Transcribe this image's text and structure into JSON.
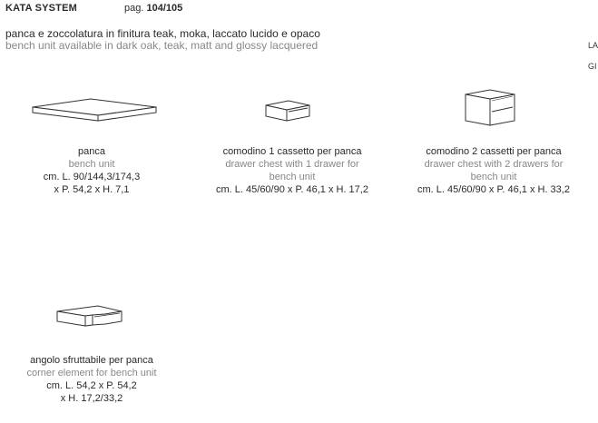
{
  "header": {
    "brand": "KATA SYSTEM",
    "page_prefix": "pag.",
    "page_number": "104/105"
  },
  "intro": {
    "it": "panca e zoccolatura in finitura teak, moka, laccato lucido e opaco",
    "en": "bench unit available in dark oak, teak, matt and glossy lacquered"
  },
  "side_tabs": [
    "LA",
    "GI"
  ],
  "products": [
    {
      "icon": "bench-icon",
      "name_it": "panca",
      "name_en": [
        "bench unit"
      ],
      "dims": [
        "cm. L. 90/144,3/174,3",
        "x P. 54,2 x H. 7,1"
      ]
    },
    {
      "icon": "drawer-chest-1-icon",
      "name_it": "comodino 1 cassetto per panca",
      "name_en": [
        "drawer chest with 1 drawer for",
        "bench unit"
      ],
      "dims": [
        "cm. L. 45/60/90 x P. 46,1 x H. 17,2"
      ]
    },
    {
      "icon": "drawer-chest-2-icon",
      "name_it": "comodino 2 cassetti per panca",
      "name_en": [
        "drawer chest with 2 drawers for",
        "bench unit"
      ],
      "dims": [
        "cm. L. 45/60/90 x P. 46,1 x H. 33,2"
      ]
    },
    {
      "icon": "corner-element-icon",
      "name_it": "angolo sfruttabile per panca",
      "name_en": [
        "corner element for bench unit"
      ],
      "dims": [
        "cm. L. 54,2 x P. 54,2",
        "x H. 17,2/33,2"
      ]
    }
  ]
}
